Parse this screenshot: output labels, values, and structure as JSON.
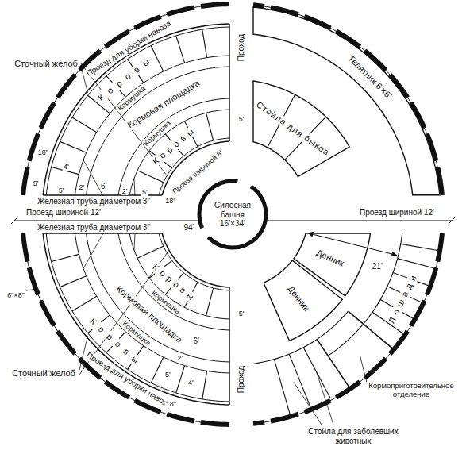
{
  "diagram": {
    "nodes": [
      {
        "text": [
          "Силосная башня 16'×34'"
        ]
      },
      {
        "text": [
          "Телятник 6'×6'"
        ]
      },
      {
        "text": [
          "Стойла для быков"
        ]
      },
      {
        "text": [
          "Денник"
        ]
      },
      {
        "text": [
          "Денник"
        ]
      }
    ],
    "labels": [
      "Сточный желоб",
      "Проезд для уборки навоза",
      "Коровы",
      "Кормушка",
      "Кормовая площадка",
      "Кормушка",
      "Коровы",
      "Проезд шириной 8'",
      "18\"",
      "5'",
      "4'",
      "5'",
      "2'",
      "6'",
      "2'",
      "5'",
      "18\"",
      "Железная труба диаметром 3\"",
      "Проход",
      "5'",
      "Проезд шириной 12'",
      "94'",
      "Проезд шириной 12'",
      "Железная труба диаметром 3\"",
      "6\"×8\"",
      "Коровы",
      "Кормушка",
      "Кормовая площадка",
      "6'",
      "Кормушка",
      "Коровы",
      "Сточный желоб",
      "Проезд для уборки навоза",
      "5'",
      "2'",
      "4'",
      "18\"",
      "5'",
      "Проход",
      "21'",
      "Лошади",
      "Кормоприготовительное отделение",
      "Стойла для заболевших животных"
    ]
  }
}
